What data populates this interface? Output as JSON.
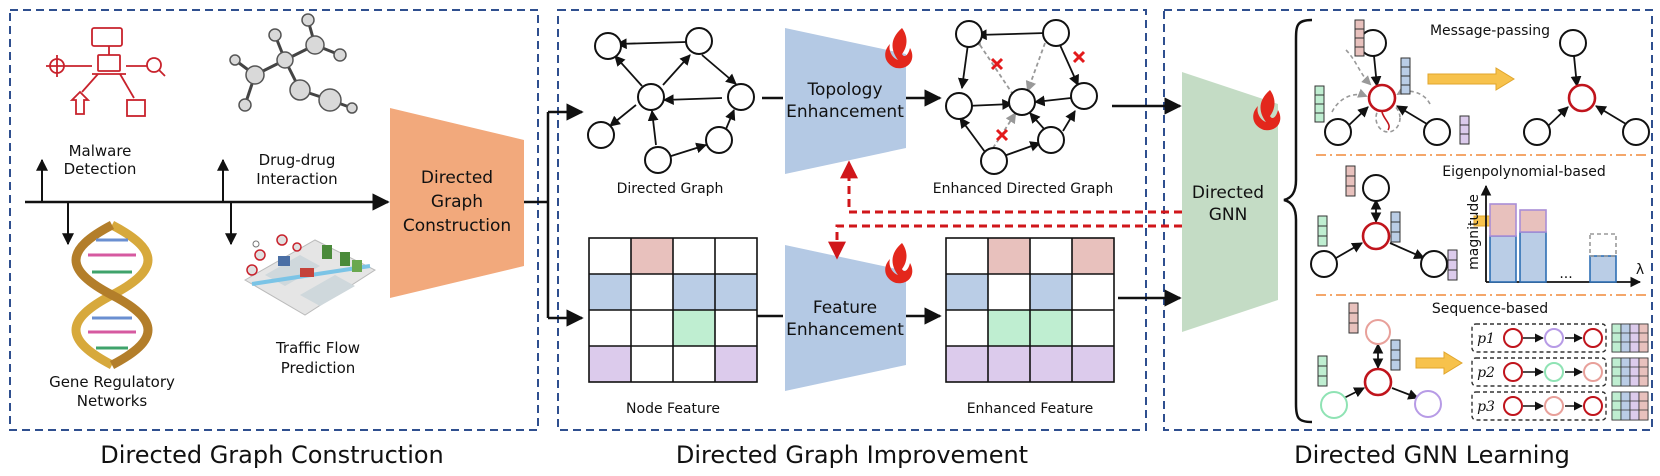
{
  "sections": {
    "construction": "Directed Graph Construction",
    "improvement": "Directed Graph Improvement",
    "learning": "Directed GNN Learning"
  },
  "applications": {
    "malware": [
      "Malware",
      "Detection"
    ],
    "drug": [
      "Drug-drug",
      "Interaction"
    ],
    "gene": [
      "Gene Regulatory",
      "Networks"
    ],
    "traffic": [
      "Traffic Flow",
      "Prediction"
    ]
  },
  "construction_block": [
    "Directed",
    "Graph",
    "Construction"
  ],
  "topology_block": [
    "Topology",
    "Enhancement"
  ],
  "feature_block": [
    "Feature",
    "Enhancement"
  ],
  "gnn_block": [
    "Directed",
    "GNN"
  ],
  "captions": {
    "directed_graph": "Directed Graph",
    "enhanced_graph": "Enhanced Directed Graph",
    "node_feature": "Node Feature",
    "enhanced_feature": "Enhanced Feature"
  },
  "learning_types": {
    "message": "Message-passing",
    "eigen": "Eigenpolynomial-based",
    "sequence": "Sequence-based"
  },
  "axis": {
    "ylabel": "magnitude",
    "xlabel": "λ",
    "dots": "..."
  },
  "paths": [
    "p1",
    "p2",
    "p3"
  ],
  "colors": {
    "border_dash": "#2f4f8f",
    "construction_fill": "#f2a97c",
    "enhance_fill": "#b4c9e4",
    "gnn_fill": "#c4dcc5",
    "red_node": "#c0141c",
    "red_dashed": "#d0161a",
    "cell_pink": "#e8c1bd",
    "cell_blue": "#bacde6",
    "cell_green": "#bfeed1",
    "cell_purple": "#dccbec",
    "yellow_arrow": "#f7c24c",
    "orange_divider": "#f08a3a"
  }
}
